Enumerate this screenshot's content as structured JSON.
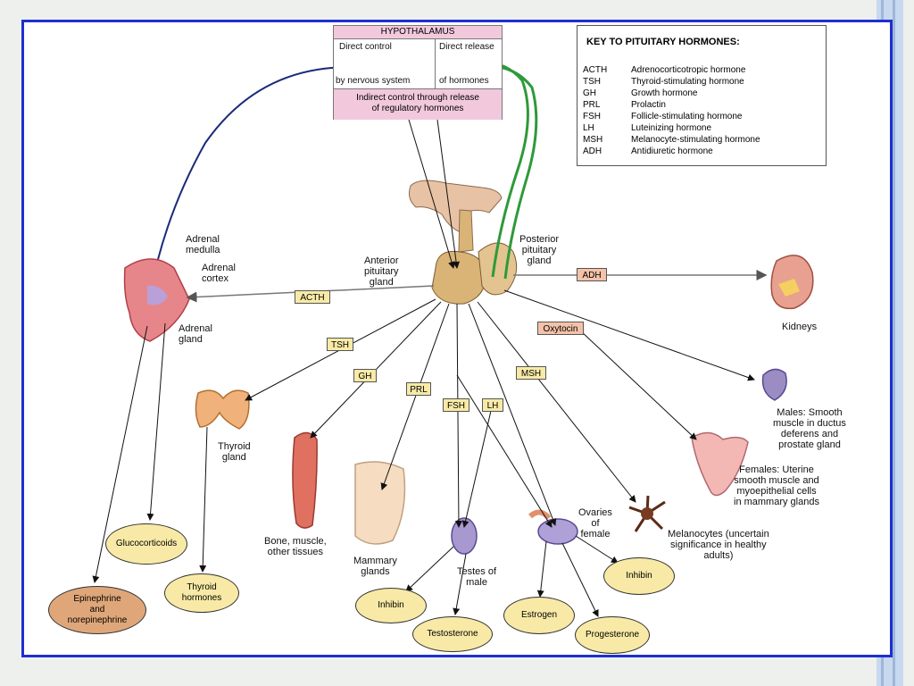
{
  "hypothalamus": {
    "title": "HYPOTHALAMUS",
    "direct_control_top": "Direct control",
    "direct_control_bottom": "by nervous system",
    "direct_release_top": "Direct release",
    "direct_release_bottom": "of hormones",
    "indirect_line1": "Indirect control through release",
    "indirect_line2": "of regulatory hormones"
  },
  "key": {
    "title": "KEY TO PITUITARY HORMONES:",
    "rows": [
      {
        "abbr": "ACTH",
        "name": "Adrenocorticotropic hormone"
      },
      {
        "abbr": "TSH",
        "name": "Thyroid-stimulating hormone"
      },
      {
        "abbr": "GH",
        "name": "Growth hormone"
      },
      {
        "abbr": "PRL",
        "name": "Prolactin"
      },
      {
        "abbr": "FSH",
        "name": "Follicle-stimulating hormone"
      },
      {
        "abbr": "LH",
        "name": "Luteinizing hormone"
      },
      {
        "abbr": "MSH",
        "name": "Melanocyte-stimulating hormone"
      },
      {
        "abbr": "ADH",
        "name": "Antidiuretic hormone"
      }
    ]
  },
  "labels": {
    "anterior": [
      "Anterior",
      "pituitary",
      "gland"
    ],
    "posterior": [
      "Posterior",
      "pituitary",
      "gland"
    ],
    "adrenal_medulla": [
      "Adrenal",
      "medulla"
    ],
    "adrenal_cortex": [
      "Adrenal",
      "cortex"
    ],
    "adrenal_gland": [
      "Adrenal",
      "gland"
    ],
    "kidneys": "Kidneys",
    "thyroid": [
      "Thyroid",
      "gland"
    ],
    "bone": [
      "Bone, muscle,",
      "other tissues"
    ],
    "mammary": [
      "Mammary",
      "glands"
    ],
    "testes": [
      "Testes of",
      "male"
    ],
    "ovaries": [
      "Ovaries",
      "of",
      "female"
    ],
    "melanocytes": [
      "Melanocytes (uncertain",
      "significance in healthy",
      "adults)"
    ],
    "males": [
      "Males: Smooth",
      "muscle in ductus",
      "deferens and",
      "prostate gland"
    ],
    "females": [
      "Females: Uterine",
      "smooth muscle and",
      "myoepithelial cells",
      "in mammary glands"
    ]
  },
  "tags": {
    "acth": "ACTH",
    "adh": "ADH",
    "oxytocin": "Oxytocin",
    "tsh": "TSH",
    "gh": "GH",
    "prl": "PRL",
    "fsh": "FSH",
    "lh": "LH",
    "msh": "MSH"
  },
  "products": {
    "epinephrine": [
      "Epinephrine",
      "and",
      "norepinephrine"
    ],
    "glucocorticoids": "Glucocorticoids",
    "thyroid_hormones": [
      "Thyroid",
      "hormones"
    ],
    "inhibin_male": "Inhibin",
    "testosterone": "Testosterone",
    "estrogen": "Estrogen",
    "progesterone": "Progesterone",
    "inhibin_female": "Inhibin"
  },
  "colors": {
    "frame": "#1e2fd0",
    "tag_yellow": "#f8eaa6",
    "tag_orange": "#f4c2a8",
    "oval_orange": "#dfa779",
    "pituitary": "#d9b476",
    "hypothalamus_pink": "#f2c9dc",
    "nerve_blue": "#1a2a7a",
    "tract_green": "#2e9a3a"
  }
}
